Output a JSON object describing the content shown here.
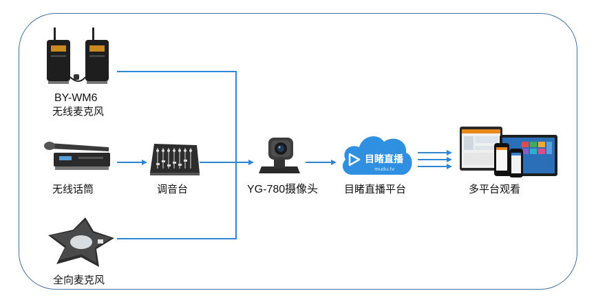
{
  "nodes": {
    "wireless_mic_kit": {
      "model": "BY-WM6",
      "name": "无线麦克风",
      "icon": "wireless-lavalier-mic-icon"
    },
    "handheld_mic": {
      "name": "无线话筒",
      "icon": "handheld-wireless-mic-icon"
    },
    "omni_mic": {
      "name": "全向麦克风",
      "icon": "conference-omni-mic-icon"
    },
    "mixer": {
      "name": "调音台",
      "icon": "audio-mixer-icon"
    },
    "camera": {
      "name": "YG-780摄像头",
      "icon": "ptz-camera-icon"
    },
    "platform": {
      "name": "目睹直播平台",
      "logo_text": "目睹直播",
      "logo_sub": "mudu.tv",
      "icon": "cloud-icon"
    },
    "viewing": {
      "name": "多平台观看",
      "icon": "multi-device-icon"
    }
  },
  "colors": {
    "connector": "#2b86d6",
    "frame": "#3f6f9f",
    "cloud": "#2f8fe0"
  }
}
